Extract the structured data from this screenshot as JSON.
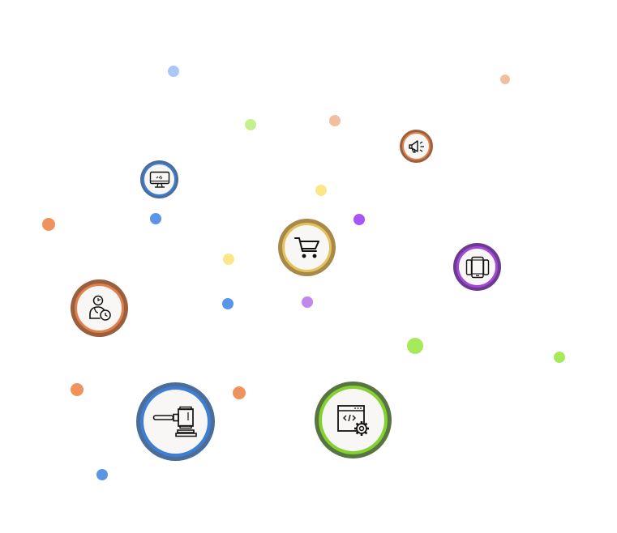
{
  "colors": {
    "blue_light": "#a9c8f5",
    "blue": "#5a95e8",
    "green_light": "#c6f08e",
    "green": "#a6ea5c",
    "peach": "#f2bf9e",
    "orange": "#ef925e",
    "yellow": "#fde68a",
    "purple": "#a855f7",
    "purple_light": "#c187ee",
    "node_blue_outer": "#4a6d9a",
    "node_blue_inner": "#3f7fd3",
    "node_brown_outer": "#9a5f3d",
    "node_brown_inner": "#e0804a",
    "node_gold_outer": "#a88a48",
    "node_gold_inner": "#e4c25e",
    "node_purple_outer": "#6c3a8f",
    "node_purple_inner": "#a24ad8",
    "node_green_outer": "#587541",
    "node_green_inner": "#83d232",
    "node_fill": "#f8f7f5"
  },
  "nodes": [
    {
      "name": "desktop-monitor-node",
      "icon": "desktop-monitor-icon"
    },
    {
      "name": "megaphone-node",
      "icon": "megaphone-icon"
    },
    {
      "name": "shopping-cart-node",
      "icon": "shopping-cart-icon"
    },
    {
      "name": "mobile-devices-node",
      "icon": "mobile-devices-icon"
    },
    {
      "name": "user-time-node",
      "icon": "user-clock-icon"
    },
    {
      "name": "gavel-node",
      "icon": "gavel-icon"
    },
    {
      "name": "web-development-node",
      "icon": "code-window-gear-icon"
    }
  ]
}
